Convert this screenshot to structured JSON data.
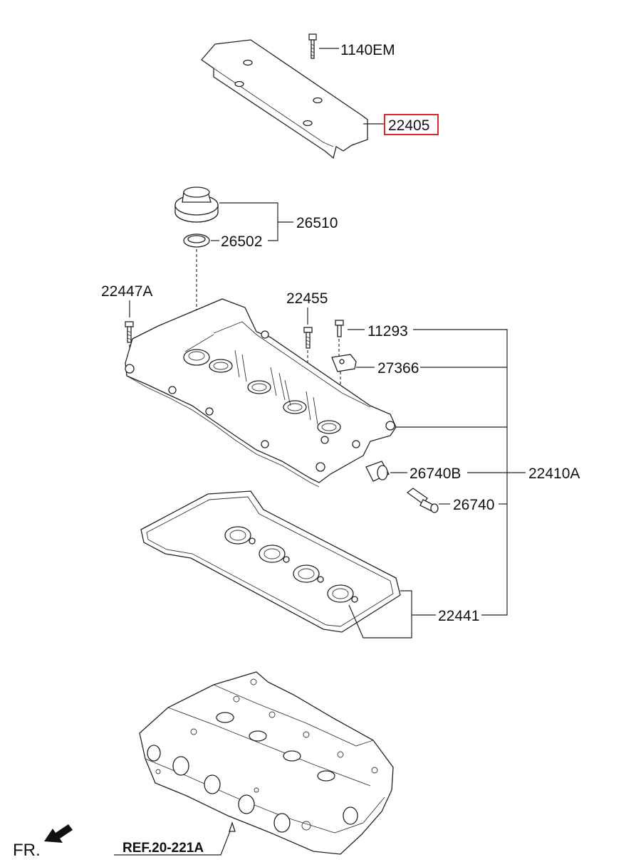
{
  "diagram": {
    "labels": {
      "p1140EM": "1140EM",
      "p22405": "22405",
      "p26510": "26510",
      "p26502": "26502",
      "p22447A": "22447A",
      "p22455": "22455",
      "p11293": "11293",
      "p27366": "27366",
      "p26740B": "26740B",
      "p22410A": "22410A",
      "p26740": "26740",
      "p22441": "22441",
      "ref": "REF.20-221A",
      "fr": "FR."
    },
    "highlight_color": "#e0262b",
    "highlighted_part": "22405"
  }
}
